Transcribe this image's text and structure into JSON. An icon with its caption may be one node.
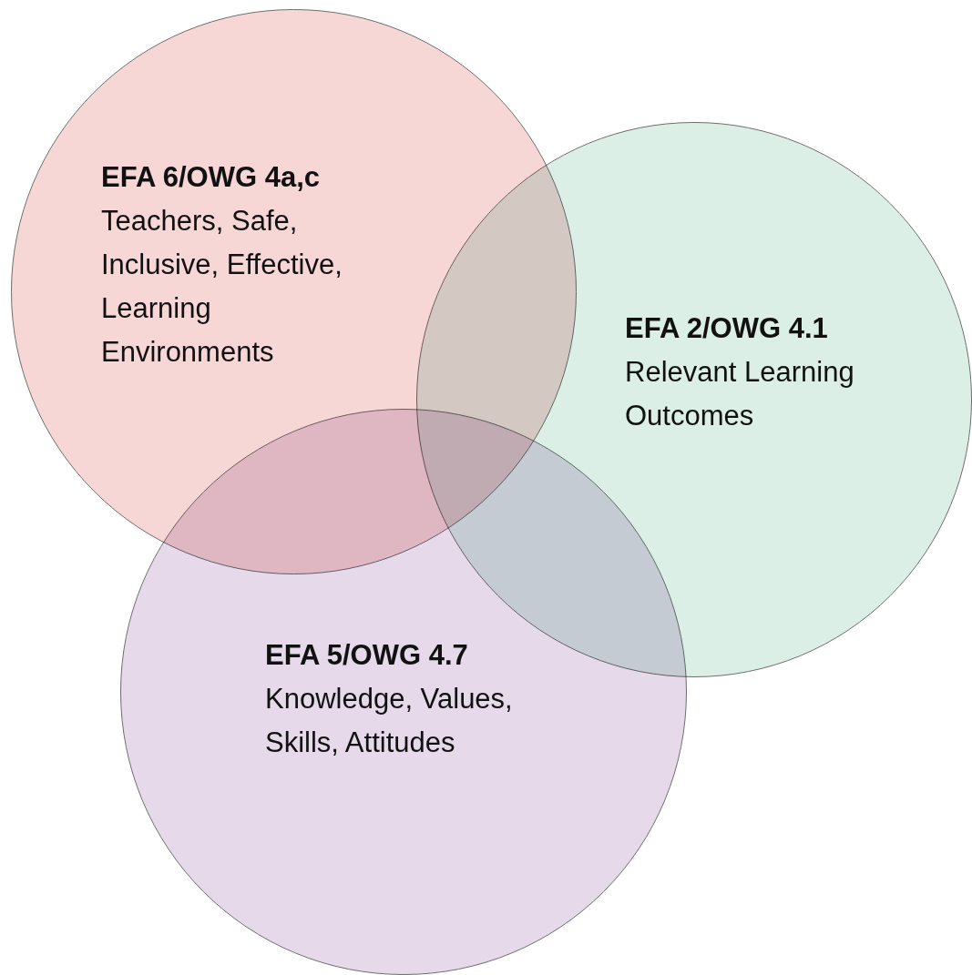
{
  "diagram": {
    "nodes": [
      {
        "text": [
          "EFA 6/OWG 4a,c",
          "Teachers, Safe, Inclusive, Effective, Learning Environments"
        ]
      },
      {
        "text": [
          "EFA 2/OWG 4.1",
          "Relevant Learning Outcomes"
        ]
      },
      {
        "text": [
          "EFA 5/OWG 4.7",
          "Knowledge, Values, Skills, Attitudes"
        ]
      }
    ]
  }
}
